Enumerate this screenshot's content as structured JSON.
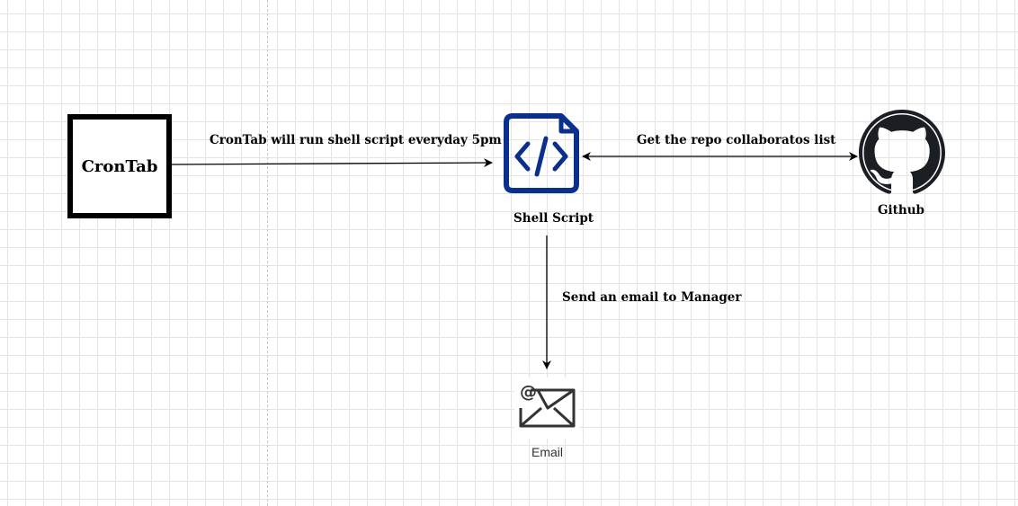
{
  "diagram": {
    "nodes": {
      "crontab": {
        "label": "CronTab"
      },
      "shell_script": {
        "label": "Shell Script",
        "icon": "code-file-icon",
        "color": "#0b2f8c"
      },
      "github": {
        "label": "Github",
        "icon": "github-octocat-icon",
        "color": "#1b1f23"
      },
      "email": {
        "label": "Email",
        "icon": "email-envelope-icon"
      }
    },
    "edges": {
      "cron_to_script": "CronTab will run shell script everyday 5pm",
      "script_github": "Get the repo collaboratos list",
      "script_to_email": "Send an email to Manager"
    }
  }
}
